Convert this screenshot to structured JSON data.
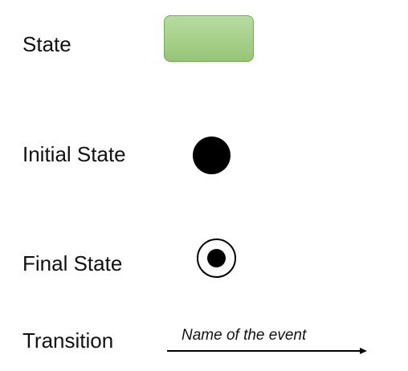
{
  "legend": {
    "state_label": "State",
    "initial_state_label": "Initial State",
    "final_state_label": "Final State",
    "transition_label": "Transition",
    "transition_event_text": "Name of the event"
  },
  "colors": {
    "state_fill": "#a6d08a",
    "state_border": "#72ad4f",
    "marker_color": "#000000"
  }
}
